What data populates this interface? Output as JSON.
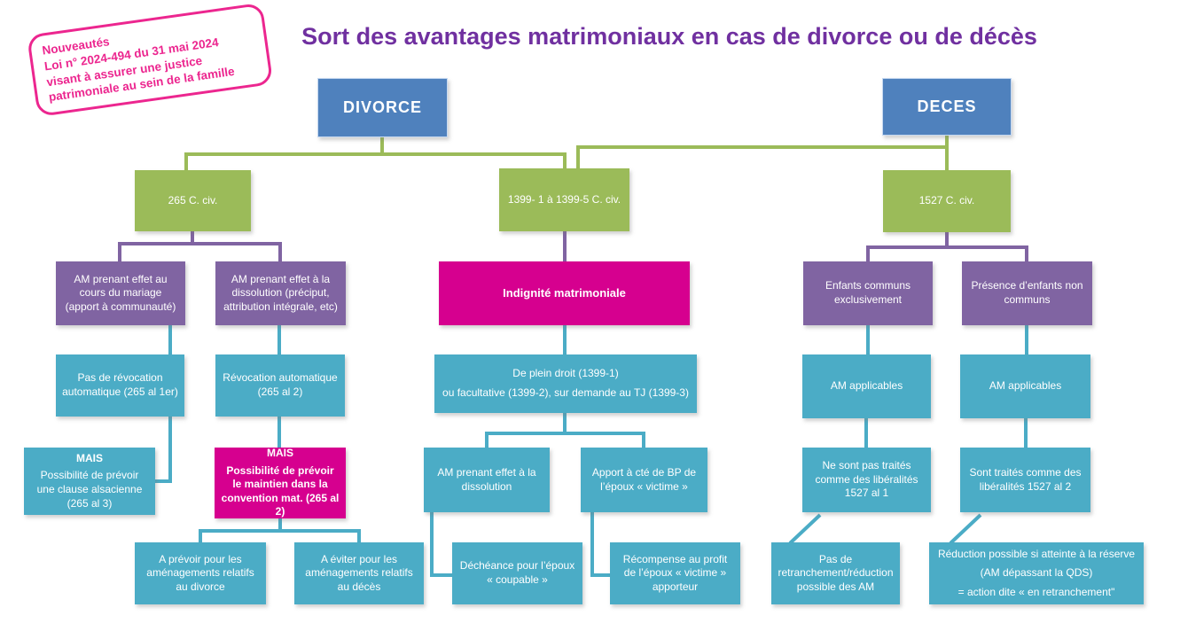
{
  "title": "Sort des avantages matrimoniaux en cas de divorce ou de décès",
  "stamp": {
    "lines": [
      "Nouveautés",
      "Loi n° 2024-494 du 31 mai 2024",
      "visant à assurer une justice",
      "patrimoniale au sein de la famille"
    ]
  },
  "colors": {
    "blue": "#4f81bd",
    "green": "#9bbb59",
    "purple": "#8064a2",
    "teal": "#4bacc6",
    "magenta": "#d6008f",
    "title_purple": "#7030a0",
    "stamp_pink": "#ec268f"
  },
  "nodes": {
    "divorce": {
      "label": "DIVORCE"
    },
    "deces": {
      "label": "DECES"
    },
    "art265": {
      "label": "265 C. civ."
    },
    "art1399": {
      "label": "1399- 1 à 1399-5 C. civ."
    },
    "art1527": {
      "label": "1527 C. civ."
    },
    "am_cours_mariage": {
      "label": "AM prenant effet au cours du mariage (apport à communauté)"
    },
    "am_dissolution_purple": {
      "label": "AM prenant effet à la dissolution (préciput, attribution intégrale, etc)"
    },
    "indignite": {
      "label": "Indignité matrimoniale"
    },
    "enfants_communs": {
      "label": "Enfants communs exclusivement"
    },
    "enfants_non_communs": {
      "label": "Présence d’enfants non communs"
    },
    "pas_revocation": {
      "label": "Pas de révocation automatique (265 al 1er)"
    },
    "revocation_auto": {
      "label": "Révocation automatique (265 al 2)"
    },
    "plein_droit": {
      "lines": [
        "De plein droit (1399-1)",
        "ou facultative (1399-2), sur demande au TJ (1399-3)"
      ]
    },
    "am_applicables_1": {
      "label": "AM applicables"
    },
    "am_applicables_2": {
      "label": "AM applicables"
    },
    "mais_teal": {
      "title": "MAIS",
      "body": "Possibilité de prévoir une clause alsacienne (265 al 3)"
    },
    "mais_magenta": {
      "title": "MAIS",
      "body": "Possibilité de prévoir le maintien dans la convention mat. (265 al 2)"
    },
    "am_effet_dissolution": {
      "label": "AM prenant effet à la dissolution"
    },
    "apport_cte": {
      "label": "Apport à cté de BP de l’époux « victime »"
    },
    "pas_traites": {
      "label": "Ne sont pas traités comme des libéralités 1527 al 1"
    },
    "traites": {
      "label": "Sont traités comme des libéralités 1527 al 2"
    },
    "a_prevoir": {
      "label": "A prévoir pour les aménagements relatifs au divorce"
    },
    "a_eviter": {
      "label": "A éviter pour les aménagements relatifs au décès"
    },
    "decheance": {
      "label": "Déchéance pour l’époux « coupable »"
    },
    "recompense": {
      "label": "Récompense au profit de l’époux « victime » apporteur"
    },
    "pas_retranchement": {
      "label": "Pas de retranchement/réduction possible des AM"
    },
    "reduction": {
      "lines": [
        "Réduction possible si atteinte  à la réserve",
        "(AM dépassant la QDS)",
        "= action dite « en retranchement\""
      ]
    }
  }
}
